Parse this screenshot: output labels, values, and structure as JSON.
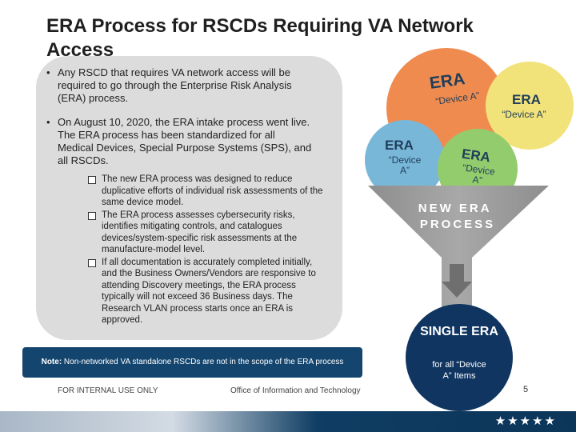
{
  "title": "ERA Process for RSCDs Requiring VA Network Access",
  "bullets": [
    "Any RSCD that requires VA network access will be required to go through the Enterprise Risk Analysis (ERA) process.",
    "On August 10, 2020, the ERA intake process went live. The ERA process has been standardized for all Medical Devices, Special Purpose Systems (SPS), and all RSCDs."
  ],
  "sub_bullets": [
    "The new ERA process was designed to reduce duplicative efforts of individual risk assessments of the same device model.",
    "The ERA process assesses cybersecurity risks, identifies mitigating controls, and catalogues devices/system-specific risk assessments at the manufacture-model level.",
    "If all documentation is accurately completed initially, and the Business Owners/Vendors are responsive to attending Discovery meetings, the ERA process typically will not exceed 36 Business days. The Research VLAN process starts once an ERA is approved."
  ],
  "note": {
    "label": "Note:",
    "text": " Non-networked VA standalone RSCDs are not in the scope of the ERA process"
  },
  "footer": {
    "left": "FOR INTERNAL USE ONLY",
    "center": "Office of Information and Technology",
    "page_number": "5"
  },
  "graphic": {
    "circles": [
      {
        "era": "ERA",
        "sub": "“Device A”",
        "color": "#f08b4f"
      },
      {
        "era": "ERA",
        "sub": "“Device A”",
        "color": "#f2e27a"
      },
      {
        "era": "ERA",
        "sub": "“Device A”",
        "color": "#79b7d8"
      },
      {
        "era": "ERA",
        "sub": "“Device A”",
        "color": "#93cc6d"
      }
    ],
    "funnel_label": "NEW ERA PROCESS",
    "result_title": "SINGLE ERA",
    "result_sub": "for all “Device A” Items"
  },
  "colors": {
    "navy": "#14456e",
    "funnel_gray": "#9a9a9a",
    "content_box": "#dcdcdc"
  },
  "stars": "★★★★★"
}
